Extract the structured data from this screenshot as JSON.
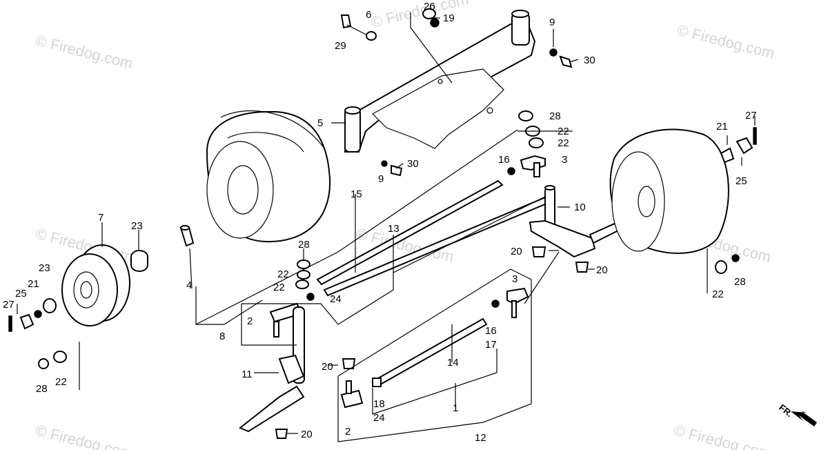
{
  "watermarks": [
    "© Firedog.com",
    "© Firedog.com",
    "© Firedog.com",
    "© Firedog.com",
    "© Firedog.com",
    "© Firedog.com",
    "© Firedog.com",
    "© Firedog.com"
  ],
  "direction_label": "FR.",
  "callouts": {
    "c1": "1",
    "c2a": "2",
    "c2b": "2",
    "c3a": "3",
    "c3b": "3",
    "c4": "4",
    "c5": "5",
    "c6": "6",
    "c7": "7",
    "c8": "8",
    "c9a": "9",
    "c9b": "9",
    "c10": "10",
    "c11": "11",
    "c12": "12",
    "c13": "13",
    "c14": "14",
    "c15": "15",
    "c16a": "16",
    "c16b": "16",
    "c17": "17",
    "c18": "18",
    "c19": "19",
    "c20a": "20",
    "c20b": "20",
    "c20c": "20",
    "c20d": "20",
    "c21a": "21",
    "c21b": "21",
    "c22a": "22",
    "c22b": "22",
    "c22c": "22",
    "c22d": "22",
    "c22e": "22",
    "c22f": "22",
    "c23a": "23",
    "c23b": "23",
    "c24a": "24",
    "c24b": "24",
    "c25a": "25",
    "c25b": "25",
    "c26": "26",
    "c27a": "27",
    "c27b": "27",
    "c28a": "28",
    "c28b": "28",
    "c28c": "28",
    "c28d": "28",
    "c29": "29",
    "c30a": "30",
    "c30b": "30"
  }
}
